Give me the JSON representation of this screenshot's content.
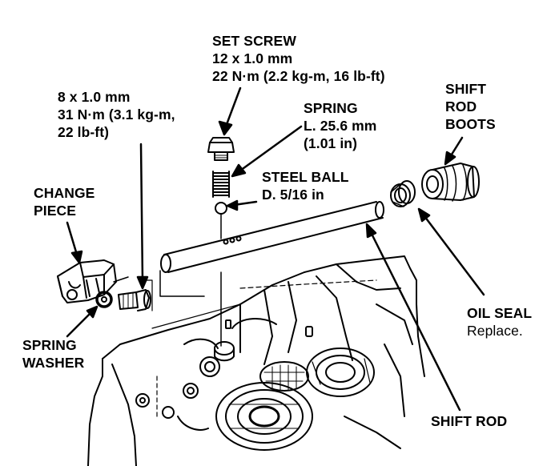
{
  "labels": {
    "set_screw": {
      "line1": "SET SCREW",
      "line2": "12 x 1.0 mm",
      "line3": "22 N·m (2.2 kg-m, 16 lb-ft)"
    },
    "bolt_spec": {
      "line1": "8 x 1.0 mm",
      "line2": "31 N·m (3.1 kg-m,",
      "line3": "22 lb-ft)"
    },
    "spring": {
      "line1": "SPRING",
      "line2": "L. 25.6 mm",
      "line3": "(1.01 in)"
    },
    "steel_ball": {
      "line1": "STEEL BALL",
      "line2": "D. 5/16 in"
    },
    "shift_rod_boots": {
      "line1": "SHIFT",
      "line2": "ROD",
      "line3": "BOOTS"
    },
    "change_piece": {
      "line1": "CHANGE",
      "line2": "PIECE"
    },
    "spring_washer": {
      "line1": "SPRING",
      "line2": "WASHER"
    },
    "oil_seal": {
      "line1": "OIL SEAL",
      "line2": "Replace."
    },
    "shift_rod": {
      "line1": "SHIFT ROD"
    }
  }
}
